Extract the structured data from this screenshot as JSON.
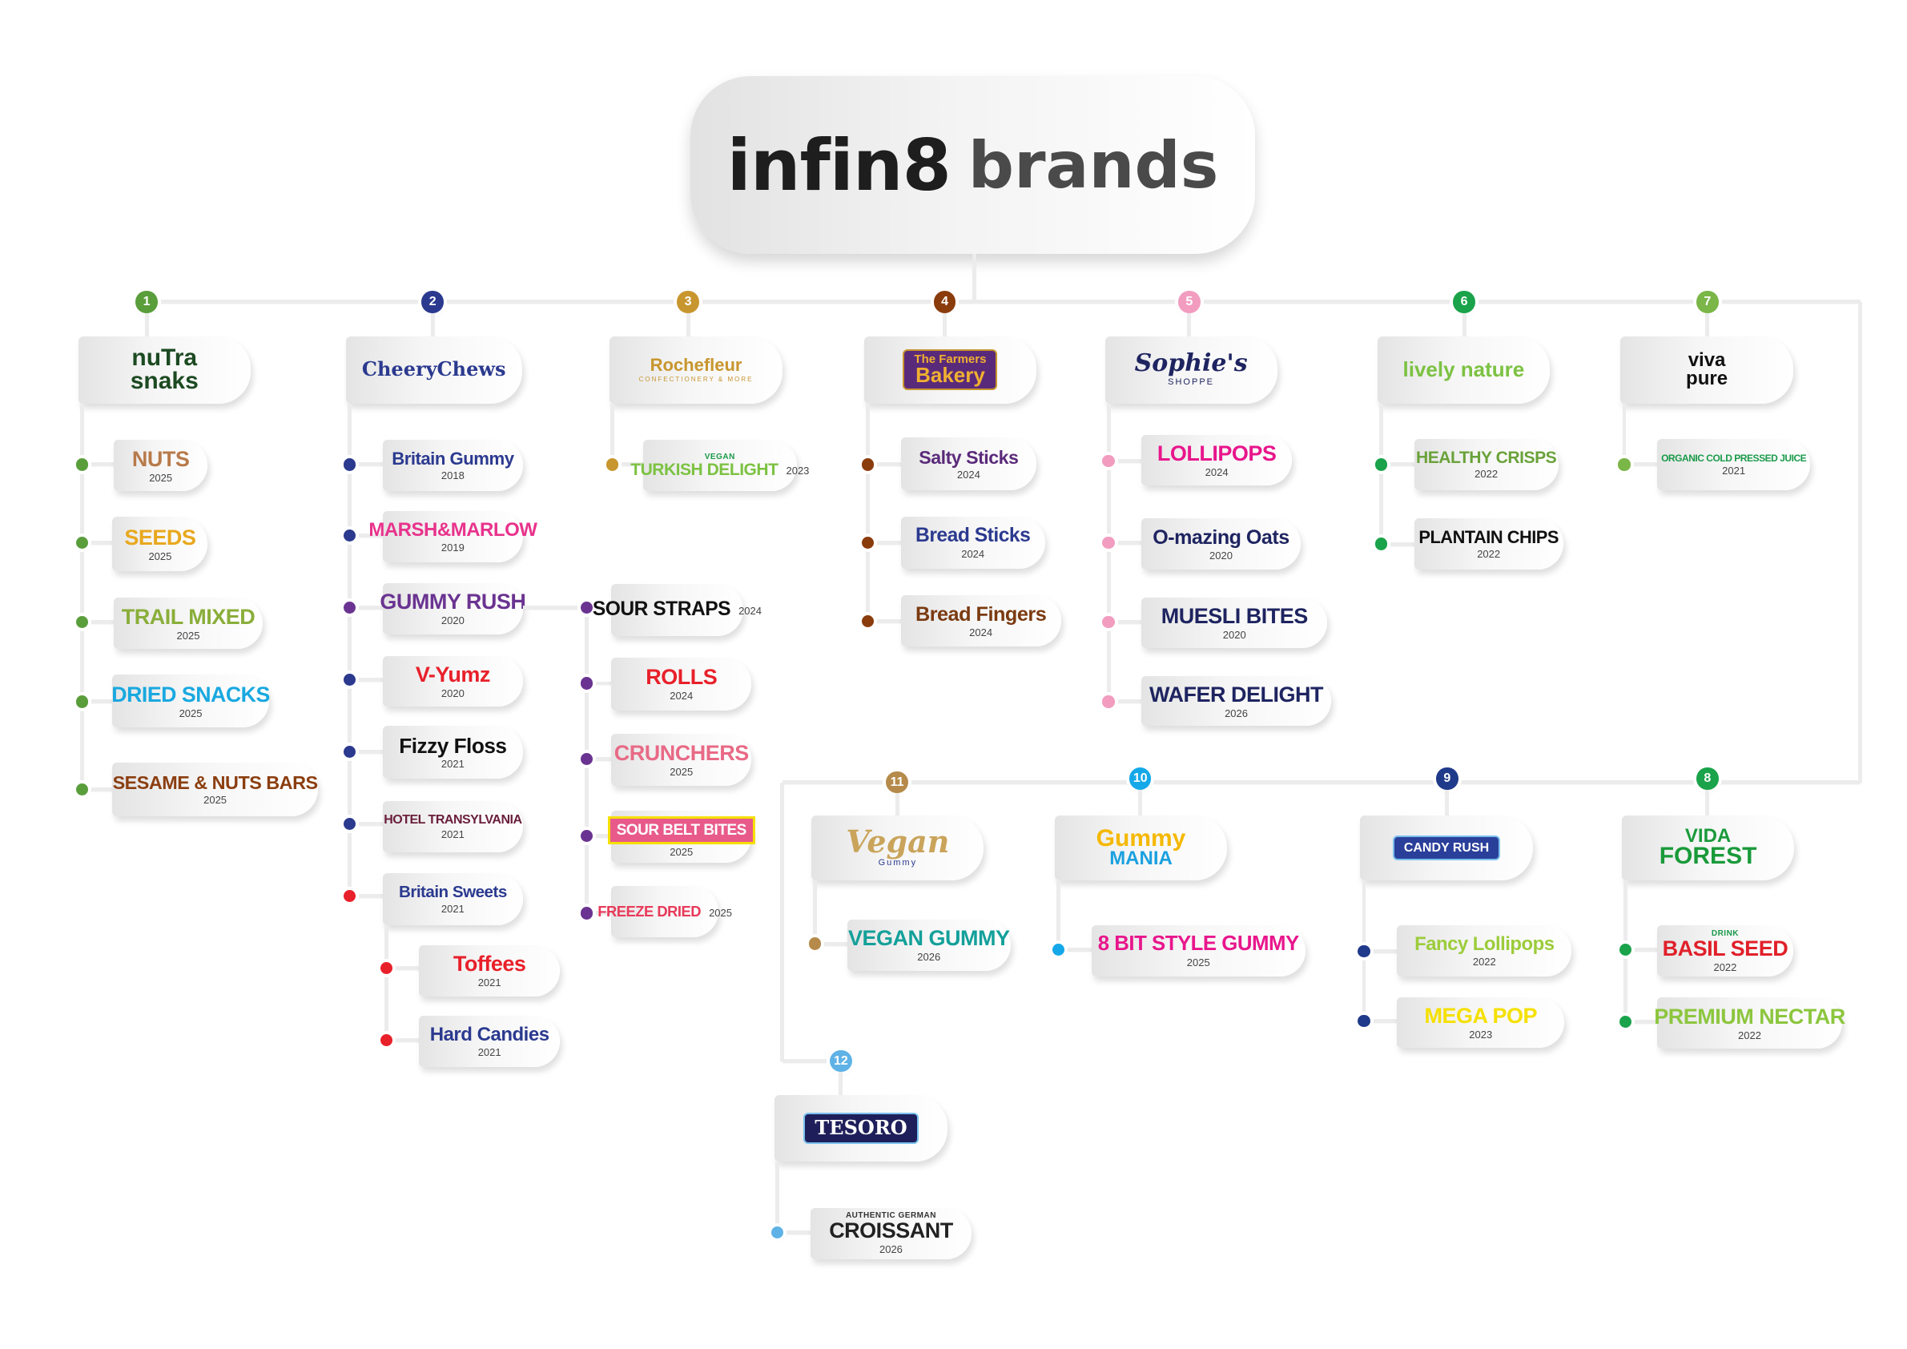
{
  "header": {
    "logo_primary": "infin8",
    "logo_secondary": "brands"
  },
  "brands": [
    {
      "number": "1",
      "color": "#5a9e3c",
      "logo_lines": [
        "nuTra",
        "snaks"
      ],
      "logo_color": "#1c4a22",
      "items": [
        {
          "name": "NUTS",
          "year": "2025",
          "color": "#b87a4a"
        },
        {
          "name": "SEEDS",
          "year": "2025",
          "color": "#e8a81e"
        },
        {
          "name": "TRAIL MIXED",
          "year": "2025",
          "color": "#8aae3a"
        },
        {
          "name": "DRIED SNACKS",
          "year": "2025",
          "color": "#19a8e0"
        },
        {
          "name": "SESAME & NUTS BARS",
          "year": "2025",
          "color": "#8b3e10"
        }
      ]
    },
    {
      "number": "2",
      "color": "#2b3a8f",
      "logo_lines": [
        "CheeryChews"
      ],
      "logo_color": "#2b3a8f",
      "items": [
        {
          "name": "Britain Gummy",
          "year": "2018",
          "color": "#2b3a8f",
          "dot": "#2b3a8f"
        },
        {
          "name": "MARSH&MARLOW",
          "year": "2019",
          "color": "#e8338c",
          "dot": "#2b3a8f"
        },
        {
          "name": "GUMMY RUSH",
          "year": "2020",
          "color": "#6a3391",
          "dot": "#6a3391",
          "children": [
            {
              "name": "SOUR STRAPS",
              "year": "2024",
              "color": "#111111"
            },
            {
              "name": "ROLLS",
              "year": "2024",
              "color": "#e8202a"
            },
            {
              "name": "CRUNCHERS",
              "year": "2025",
              "color": "#e86a86"
            },
            {
              "name": "SOUR BELT BITES",
              "year": "2025",
              "color": "#ffffff"
            },
            {
              "name": "FREEZE DRIED",
              "year": "2025",
              "color": "#e83a5a"
            }
          ]
        },
        {
          "name": "V-Yumz",
          "year": "2020",
          "color": "#e8202a",
          "dot": "#2b3a8f"
        },
        {
          "name": "Fizzy Floss",
          "year": "2021",
          "color": "#111111",
          "dot": "#2b3a8f"
        },
        {
          "name": "HOTEL TRANSYLVANIA",
          "year": "2021",
          "color": "#6a1e3a",
          "dot": "#2b3a8f"
        },
        {
          "name": "Britain Sweets",
          "year": "2021",
          "color": "#2b3a8f",
          "dot": "#e8202a",
          "children": [
            {
              "name": "Toffees",
              "year": "2021",
              "color": "#e8202a"
            },
            {
              "name": "Hard Candies",
              "year": "2021",
              "color": "#2b3a8f"
            }
          ]
        }
      ]
    },
    {
      "number": "3",
      "color": "#c8962e",
      "logo_lines": [
        "Rochefleur"
      ],
      "logo_sub": "CONFECTIONERY & MORE",
      "logo_color": "#c8962e",
      "items": [
        {
          "name": "TURKISH DELIGHT",
          "year": "2023",
          "tag": "VEGAN",
          "color": "#7cc242",
          "dot": "#c8962e"
        }
      ]
    },
    {
      "number": "4",
      "color": "#8b3c0c",
      "logo_lines": [
        "The Farmers",
        "Bakery"
      ],
      "logo_color": "#f0b030",
      "items": [
        {
          "name": "Salty Sticks",
          "year": "2024",
          "color": "#5a2a7a"
        },
        {
          "name": "Bread Sticks",
          "year": "2024",
          "color": "#2b3a8f"
        },
        {
          "name": "Bread Fingers",
          "year": "2024",
          "color": "#7a3a10"
        }
      ]
    },
    {
      "number": "5",
      "color": "#f29cc0",
      "logo_lines": [
        "Sophie's"
      ],
      "logo_sub": "SHOPPE",
      "logo_color": "#1e2460",
      "items": [
        {
          "name": "LOLLIPOPS",
          "year": "2024",
          "color": "#e8168c"
        },
        {
          "name": "O-mazing Oats",
          "year": "2020",
          "color": "#1e2460"
        },
        {
          "name": "MUESLI BITES",
          "year": "2020",
          "color": "#1e2460"
        },
        {
          "name": "WAFER DELIGHT",
          "year": "2026",
          "color": "#1e2460"
        }
      ]
    },
    {
      "number": "6",
      "color": "#1aa34a",
      "logo_lines": [
        "lively nature"
      ],
      "logo_color": "#7cc242",
      "items": [
        {
          "name": "HEALTHY CRISPS",
          "year": "2022",
          "color": "#6aa23a"
        },
        {
          "name": "PLANTAIN CHIPS",
          "year": "2022",
          "color": "#111111"
        }
      ]
    },
    {
      "number": "7",
      "color": "#7ab648",
      "logo_lines": [
        "viva",
        "pure"
      ],
      "logo_color": "#111111",
      "items": [
        {
          "name": "ORGANIC COLD PRESSED JUICE",
          "year": "2021",
          "color": "#1a9a4a"
        }
      ]
    },
    {
      "number": "8",
      "color": "#1aa34a",
      "logo_lines": [
        "VIDA",
        "FOREST"
      ],
      "logo_color": "#1a9a3a",
      "items": [
        {
          "name": "BASIL SEED",
          "year": "2022",
          "tag": "DRINK",
          "color": "#e0202a"
        },
        {
          "name": "PREMIUM NECTAR",
          "year": "2022",
          "color": "#8cc63e"
        }
      ]
    },
    {
      "number": "9",
      "color": "#1f3a8a",
      "logo_lines": [
        "CANDY RUSH"
      ],
      "logo_color": "#ffffff",
      "items": [
        {
          "name": "Fancy Lollipops",
          "year": "2022",
          "color": "#9ccc3a"
        },
        {
          "name": "MEGA POP",
          "year": "2023",
          "color": "#f5e000"
        }
      ]
    },
    {
      "number": "10",
      "color": "#14a8e8",
      "logo_lines": [
        "Gummy",
        "MANIA"
      ],
      "logo_color": "#f5b800",
      "items": [
        {
          "name": "8 BIT STYLE GUMMY",
          "year": "2025",
          "color": "#e8168c"
        }
      ]
    },
    {
      "number": "11",
      "color": "#b58a4a",
      "logo_lines": [
        "Vegan"
      ],
      "logo_sub": "Gummy",
      "logo_color": "#c9a45a",
      "items": [
        {
          "name": "VEGAN GUMMY",
          "year": "2026",
          "color": "#14a09a"
        }
      ]
    },
    {
      "number": "12",
      "color": "#5fb2e6",
      "logo_lines": [
        "TESORO"
      ],
      "logo_color": "#ffffff",
      "items": [
        {
          "name": "CROISSANT",
          "year": "2026",
          "tag": "AUTHENTIC GERMAN",
          "color": "#222222"
        }
      ]
    }
  ]
}
